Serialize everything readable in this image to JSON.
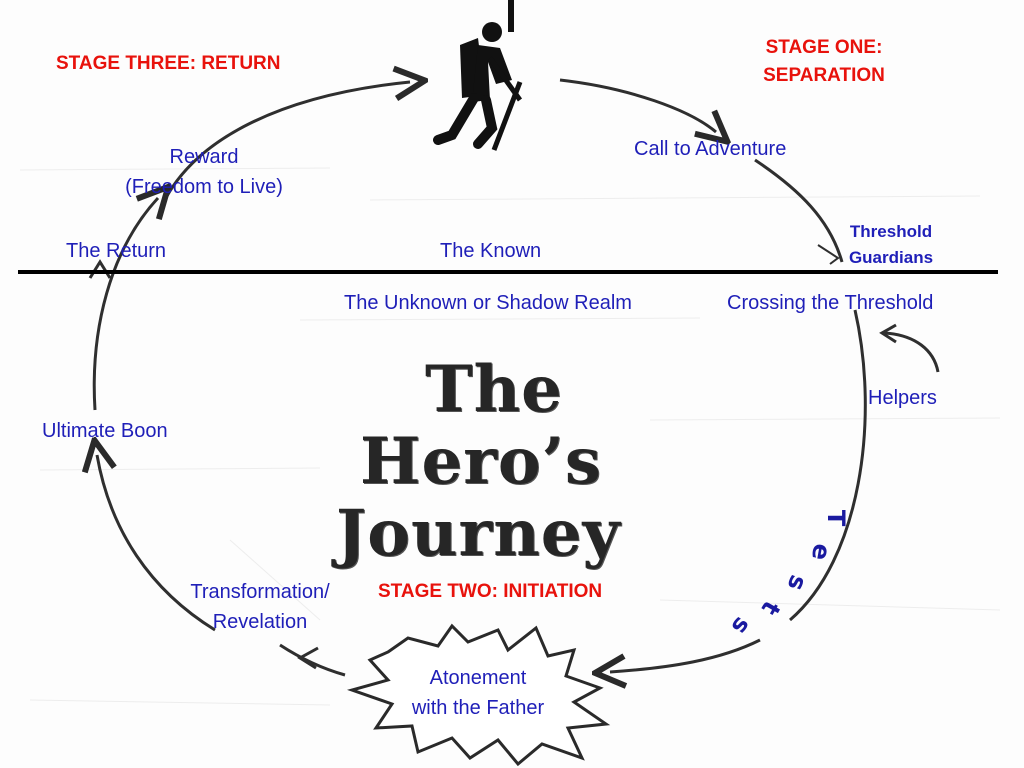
{
  "diagram": {
    "title_lines": [
      "The",
      "Hero’s",
      "Journey"
    ],
    "stages": {
      "one": [
        "STAGE ONE:",
        "SEPARATION"
      ],
      "two": "STAGE TWO: INITIATION",
      "three": "STAGE THREE: RETURN"
    },
    "labels": {
      "call_to_adventure": "Call to Adventure",
      "threshold_guardians": [
        "Threshold",
        "Guardians"
      ],
      "the_known": "The Known",
      "the_unknown": "The Unknown or Shadow Realm",
      "crossing_threshold": "Crossing the Threshold",
      "helpers": "Helpers",
      "tests": [
        "T",
        "e",
        "s",
        "t",
        "s"
      ],
      "atonement": [
        "Atonement",
        "with the Father"
      ],
      "transformation": [
        "Transformation/",
        "Revelation"
      ],
      "ultimate_boon": "Ultimate Boon",
      "the_return": "The Return",
      "reward": [
        "Reward",
        "(Freedom to Live)"
      ]
    },
    "icons": [
      "hiker-icon",
      "starburst-icon",
      "arrow-icon"
    ],
    "colors": {
      "label_blue": "#1f1fb8",
      "stage_red": "#e8120c",
      "line_black": "#000000",
      "circle_gray": "#333333"
    }
  }
}
